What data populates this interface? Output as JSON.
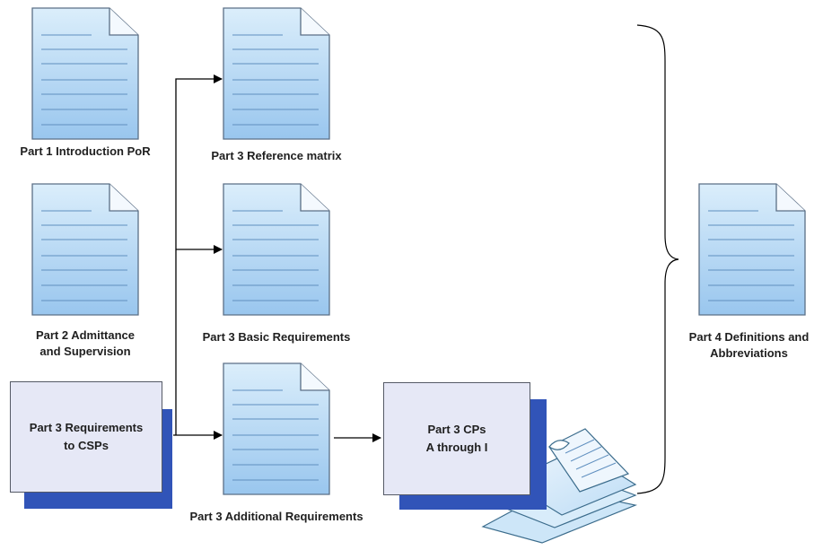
{
  "colors": {
    "doc_fill_top": "#dbeefb",
    "doc_fill_bottom": "#99c6ee",
    "doc_stroke": "#5b6f86",
    "box_fill": "#e6e8f6",
    "box_shadow": "#3154b8",
    "connector": "#000000"
  },
  "documents": [
    {
      "label": "Part 1 Introduction PoR",
      "icon": "document-icon"
    },
    {
      "label_lines": [
        "Part 2 Admittance",
        "and Supervision"
      ],
      "icon": "document-icon"
    },
    {
      "label": "Part 3 Reference matrix",
      "icon": "document-icon"
    },
    {
      "label": "Part 3 Basic Requirements",
      "icon": "document-icon"
    },
    {
      "label": "Part 3 Additional Requirements",
      "icon": "document-icon"
    },
    {
      "label_lines": [
        "Part 4 Definitions and",
        "Abbreviations"
      ],
      "icon": "document-icon"
    }
  ],
  "boxes": {
    "requirements": {
      "lines": [
        "Part 3 Requirements",
        "to CSPs"
      ]
    },
    "cps": {
      "lines": [
        "Part 3 CPs",
        "A through I"
      ]
    }
  },
  "stacked_pages_icon": "stacked-documents-icon",
  "brace_icon": "curly-brace-icon"
}
